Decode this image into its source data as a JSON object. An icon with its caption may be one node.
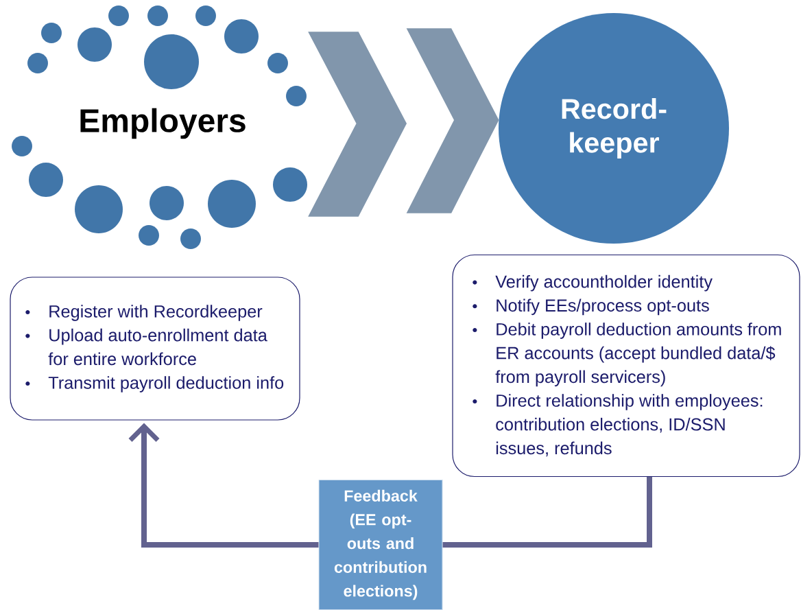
{
  "diagram": {
    "nodes": [
      {
        "text": [
          "Employers"
        ]
      },
      {
        "text": [
          "Record-keeper"
        ]
      },
      {
        "text": [
          "Register with Recordkeeper",
          "Upload auto-enrollment data for entire workforce",
          "Transmit payroll deduction info"
        ]
      },
      {
        "text": [
          "Verify accountholder identity",
          "Notify EEs/process opt-outs",
          "Debit payroll deduction amounts from ER accounts (accept bundled data/$ from payroll servicers)",
          "Direct relationship with employees: contribution elections, ID/SSN issues, refunds"
        ]
      },
      {
        "text": [
          "Feedback (EE opt-outs and contribution elections)"
        ]
      }
    ],
    "edges": [
      {
        "from": 0,
        "to": 1,
        "arrow": "to"
      },
      {
        "from": 3,
        "to": 4,
        "arrow": "none"
      },
      {
        "from": 4,
        "to": 2,
        "arrow": "to"
      }
    ]
  }
}
